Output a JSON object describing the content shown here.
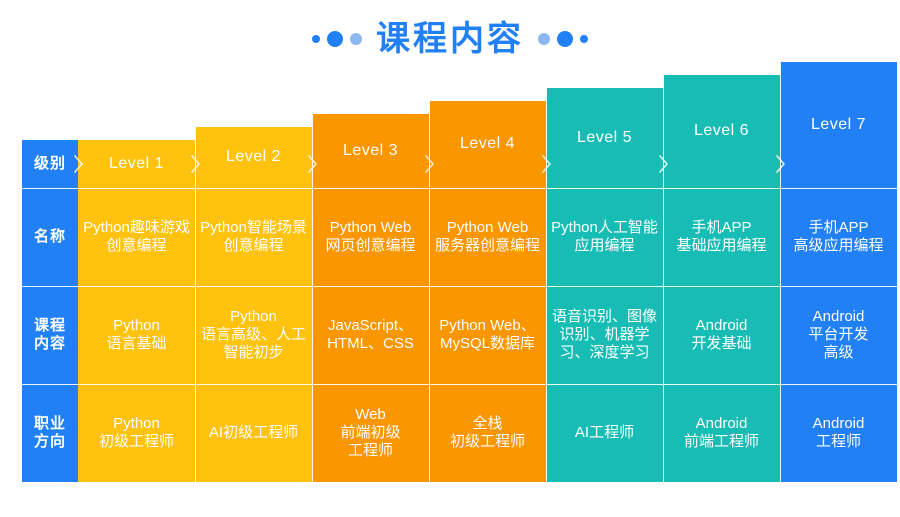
{
  "title": {
    "text": "课程内容",
    "accent_color": "#2180F5",
    "left_dots": [
      "#2180F5",
      "#2180F5",
      "#8CB8F2"
    ],
    "right_dots": [
      "#8CB8F2",
      "#2180F5",
      "#2180F5"
    ]
  },
  "row_labels": [
    "级别",
    "名称",
    "课程内容",
    "职业方向"
  ],
  "label_color": "#2180F5",
  "chart_data": {
    "type": "table",
    "title": "课程内容",
    "row_headers": [
      "级别",
      "名称",
      "课程内容",
      "职业方向"
    ],
    "columns": [
      {
        "level": "Level 1",
        "name": "Python趣味游戏创意编程",
        "course": "Python\n语言基础",
        "career": "Python\n初级工程师",
        "color": "#FFC20E",
        "step": 0
      },
      {
        "level": "Level 2",
        "name": "Python智能场景创意编程",
        "course": "Python\n语言高级、人工智能初步",
        "career": "AI初级工程师",
        "color": "#FFC20E",
        "step": 1
      },
      {
        "level": "Level 3",
        "name": "Python Web\n网页创意编程",
        "course": "JavaScript、HTML、CSS",
        "career": "Web\n前端初级\n工程师",
        "color": "#FA9600",
        "step": 2
      },
      {
        "level": "Level 4",
        "name": "Python Web\n服务器创意编程",
        "course": "Python Web、MySQL数据库",
        "career": "全栈\n初级工程师",
        "color": "#FA9600",
        "step": 3
      },
      {
        "level": "Level 5",
        "name": "Python人工智能应用编程",
        "course": "语音识别、图像识别、机器学习、深度学习",
        "career": "AI工程师",
        "color": "#17BDB4",
        "step": 4
      },
      {
        "level": "Level 6",
        "name": "手机APP\n基础应用编程",
        "course": "Android\n开发基础",
        "career": "Android\n前端工程师",
        "color": "#17BDB4",
        "step": 5
      },
      {
        "level": "Level 7",
        "name": "手机APP\n高级应用编程",
        "course": "Android\n平台开发\n高级",
        "career": "Android\n工程师",
        "color": "#2180F5",
        "step": 6
      }
    ],
    "xlabel": "",
    "ylabel": "",
    "legend": []
  }
}
